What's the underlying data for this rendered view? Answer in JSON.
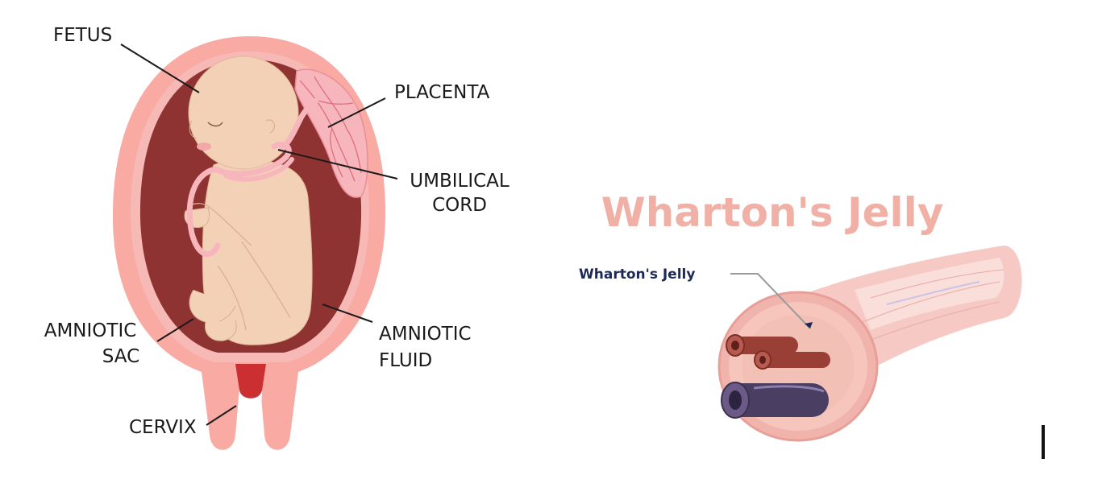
{
  "diagram_left": {
    "labels": {
      "fetus": "FETUS",
      "placenta": "PLACENTA",
      "umbilical_cord_line1": "UMBILICAL",
      "umbilical_cord_line2": "CORD",
      "amniotic_sac_line1": "AMNIOTIC",
      "amniotic_sac_line2": "SAC",
      "amniotic_fluid_line1": "AMNIOTIC",
      "amniotic_fluid_line2": "FLUID",
      "cervix": "CERVIX"
    },
    "colors": {
      "uterus_wall": "#f8aaa3",
      "fluid": "#8e3332",
      "fetus_skin": "#f3d1b6",
      "cord": "#f7b5bc",
      "cervix_plug": "#cc2f32"
    }
  },
  "diagram_right": {
    "title": "Wharton's Jelly",
    "pointer_label": "Wharton's Jelly",
    "colors": {
      "title": "#f1b0a6",
      "label": "#1d2a55",
      "jelly": "#f6c9c4",
      "vessel_artery": "#9a3f36",
      "vessel_vein": "#4a3f63"
    }
  }
}
